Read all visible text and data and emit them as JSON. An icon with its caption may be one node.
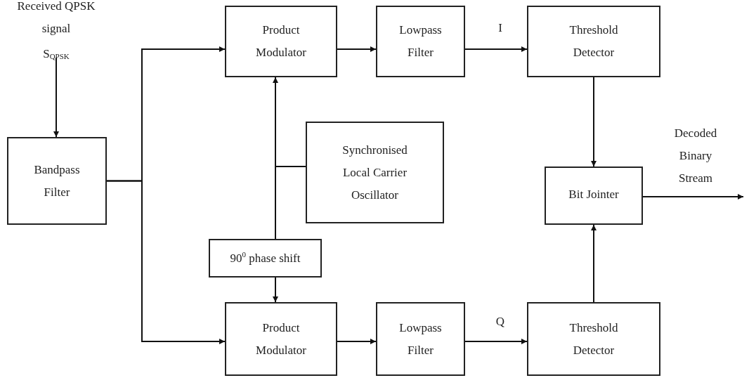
{
  "diagram": {
    "nodes": [
      {
        "text": [
          "Received QPSK signal",
          "S$_{QPSK}$"
        ]
      },
      {
        "text": [
          "Product Modulator"
        ]
      },
      {
        "text": [
          "Lowpass Filter"
        ]
      },
      {
        "text": [
          "Threshold Detector"
        ]
      },
      {
        "text": [
          "Bandpass Filter"
        ]
      },
      {
        "text": [
          "Synchronised Local Carrier Oscillator"
        ]
      },
      {
        "text": [
          "Bit Jointer"
        ]
      },
      {
        "text": [
          "90$^{0}$ phase shift"
        ]
      },
      {
        "text": [
          "Product Modulator"
        ]
      },
      {
        "text": [
          "Lowpass Filter"
        ]
      },
      {
        "text": [
          "Threshold Detector"
        ]
      }
    ],
    "edges": [
      {
        "from": 0,
        "to": 4,
        "arrow": "to"
      },
      {
        "from": 4,
        "to": 1,
        "arrow": "to"
      },
      {
        "from": 4,
        "to": 8,
        "arrow": "to"
      },
      {
        "from": 1,
        "to": 2,
        "arrow": "to"
      },
      {
        "from": 2,
        "to": 3,
        "arrow": "to",
        "label": "I"
      },
      {
        "from": 3,
        "to": 6,
        "arrow": "to"
      },
      {
        "from": 5,
        "to": 1,
        "arrow": "to"
      },
      {
        "from": 5,
        "to": 7,
        "arrow": "none"
      },
      {
        "from": 7,
        "to": 8,
        "arrow": "to"
      },
      {
        "from": 8,
        "to": 9,
        "arrow": "to"
      },
      {
        "from": 9,
        "to": 10,
        "arrow": "to",
        "label": "Q"
      },
      {
        "from": 10,
        "to": 6,
        "arrow": "to"
      },
      {
        "from": 6,
        "to": null,
        "arrow": "to",
        "label": "Decoded Binary Stream"
      }
    ]
  }
}
